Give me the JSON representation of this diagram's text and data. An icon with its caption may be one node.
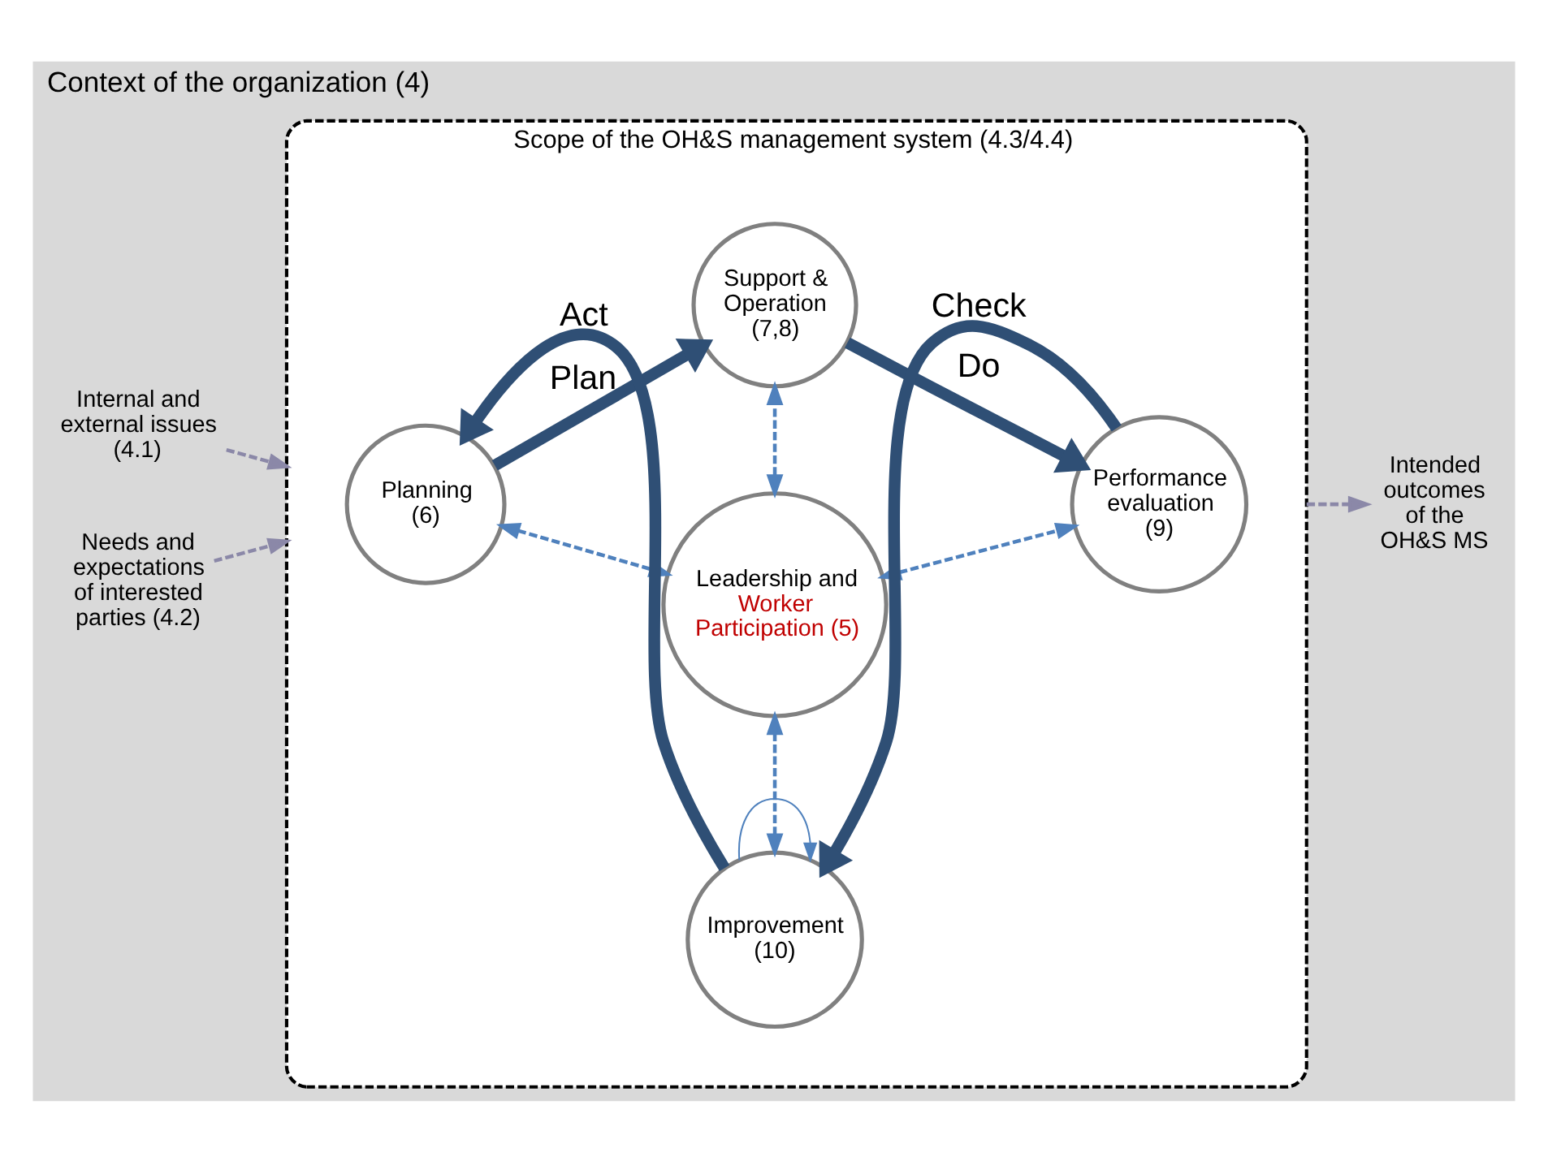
{
  "diagram": {
    "nodes": [
      {
        "text": [
          "Context of the organization (4)"
        ]
      },
      {
        "text": [
          "Scope of the OH&S management system (4.3/4.4)"
        ],
        "in": 0
      },
      {
        "text": [
          "Internal and external issues (4.1)"
        ],
        "in": 0
      },
      {
        "text": [
          "Support & Operation (7,8)"
        ],
        "in": 1
      },
      {
        "text": [
          "Planning (6)"
        ],
        "in": 1
      },
      {
        "text": [
          "Leadership and",
          "Worker Participation (5)"
        ],
        "in": 1
      },
      {
        "text": [
          "Performance evaluation (9)"
        ],
        "in": 1
      },
      {
        "text": [
          "Intended outcomes of the OH&S MS"
        ],
        "in": 0
      },
      {
        "text": [
          "Needs and expectations of interested parties (4.2)"
        ],
        "in": 0
      },
      {
        "text": [
          "Improvement (10)"
        ],
        "in": 1
      }
    ],
    "edges": [
      {
        "from": 2,
        "to": 1,
        "arrow": "to",
        "style": "dashed",
        "color": "#8b88a8"
      },
      {
        "from": 4,
        "to": 3,
        "arrow": "to",
        "label": "Plan",
        "style": "thick",
        "color": "#2f4f75"
      },
      {
        "from": 3,
        "to": 6,
        "arrow": "to",
        "label": "Do",
        "style": "thick",
        "color": "#2f4f75"
      },
      {
        "from": 5,
        "to": 3,
        "arrow": "both",
        "style": "dashed"
      },
      {
        "from": 4,
        "to": 5,
        "arrow": "both",
        "style": "dashed"
      },
      {
        "from": 5,
        "to": 6,
        "arrow": "both",
        "style": "dashed"
      },
      {
        "from": 1,
        "to": 7,
        "arrow": "to",
        "style": "dashed",
        "color": "#8b88a8"
      },
      {
        "from": 9,
        "to": 5,
        "arrow": "both",
        "style": "dashed"
      },
      {
        "from": 6,
        "to": 9,
        "arrow": "to",
        "label": "Check",
        "style": "thick",
        "color": "#2f4f75"
      },
      {
        "from": 9,
        "to": 4,
        "arrow": "to",
        "label": "Act",
        "style": "thick",
        "color": "#2f4f75"
      },
      {
        "from": 8,
        "to": 1,
        "arrow": "to",
        "style": "dashed",
        "color": "#8b88a8"
      },
      {
        "from": 9,
        "to": 9,
        "arrow": "to"
      }
    ]
  }
}
